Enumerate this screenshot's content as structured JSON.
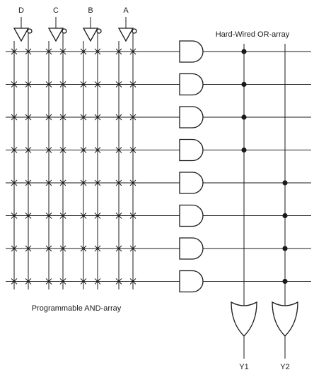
{
  "inputs": [
    {
      "label": "D"
    },
    {
      "label": "C"
    },
    {
      "label": "B"
    },
    {
      "label": "A"
    }
  ],
  "and_array_label": "Programmable AND-array",
  "or_array_label": "Hard-Wired OR-array",
  "outputs": [
    {
      "label": "Y1",
      "product_terms": [
        1,
        2,
        3,
        4
      ]
    },
    {
      "label": "Y2",
      "product_terms": [
        5,
        6,
        7,
        8
      ]
    }
  ],
  "product_term_count": 8,
  "fuse_symbol": "x",
  "connection_symbol": "dot"
}
